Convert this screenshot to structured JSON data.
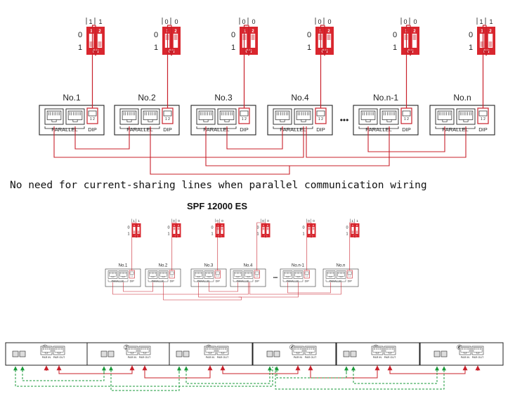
{
  "top_panel": {
    "units": [
      {
        "label": "No.1",
        "switch": [
          "1",
          "1"
        ]
      },
      {
        "label": "No.2",
        "switch": [
          "0",
          "0"
        ]
      },
      {
        "label": "No.3",
        "switch": [
          "0",
          "0"
        ]
      },
      {
        "label": "No.4",
        "switch": [
          "0",
          "0"
        ]
      },
      {
        "label": "No.n-1",
        "switch": [
          "0",
          "0"
        ]
      },
      {
        "label": "No.n",
        "switch": [
          "1",
          "1"
        ]
      }
    ],
    "row_label_0": "0",
    "row_label_1": "1",
    "pin_labels": [
      "1",
      "2"
    ],
    "on_label": "ON",
    "parallel_label": "PARALLEL",
    "dip_label": "DIP",
    "ellipsis": "•••"
  },
  "caption": "No need for current-sharing lines when parallel communication wiring",
  "middle_panel": {
    "title": "SPF 12000 ES",
    "units": [
      {
        "label": "No.1",
        "switch": [
          "1",
          "1"
        ]
      },
      {
        "label": "No.2",
        "switch": [
          "0",
          "0"
        ]
      },
      {
        "label": "No.3",
        "switch": [
          "0",
          "0"
        ]
      },
      {
        "label": "No.4",
        "switch": [
          "0",
          "0"
        ]
      },
      {
        "label": "No.n-1",
        "switch": [
          "0",
          "0"
        ]
      },
      {
        "label": "No.n",
        "switch": [
          "1",
          "1"
        ]
      }
    ],
    "ellipsis": "•••"
  },
  "bottom_panel": {
    "units": [
      {
        "number": "①"
      },
      {
        "number": "②"
      },
      {
        "number": "③"
      },
      {
        "number": "④"
      },
      {
        "number": "⑤"
      },
      {
        "number": "⑥"
      }
    ],
    "port_in": "PAR IN",
    "port_out": "PAR OUT",
    "colors": {
      "signal": "#c8202a",
      "share": "#1a9a3a"
    }
  },
  "colors": {
    "red": "#d9262e",
    "wire": "#c8202a",
    "green": "#1a9a3a",
    "box": "#222"
  }
}
